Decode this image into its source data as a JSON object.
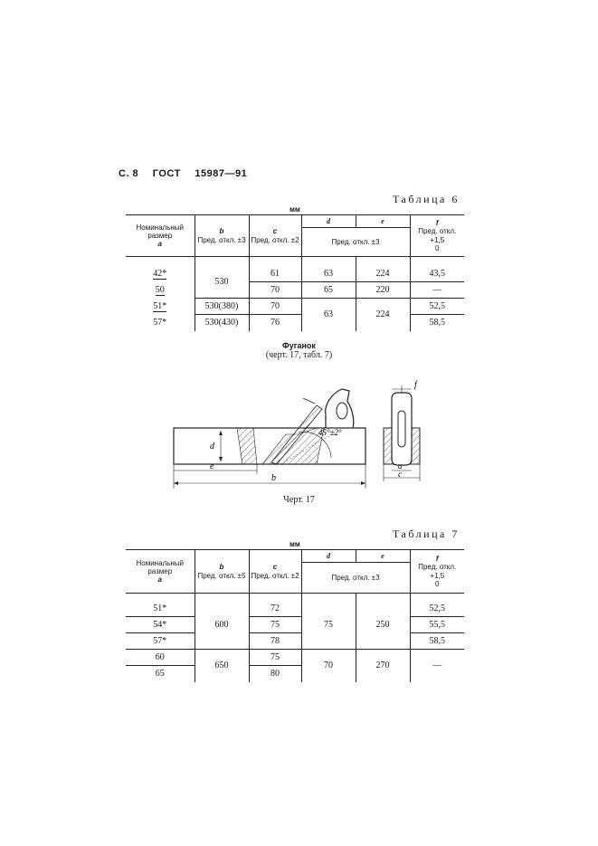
{
  "header": {
    "page": "С. 8",
    "std": "ГОСТ",
    "number": "15987—91"
  },
  "table6": {
    "caption": "Таблица 6",
    "unit": "мм",
    "headers": {
      "nominal": "Номинальный размер",
      "nominal_sym": "a",
      "b": "b",
      "b_tol": "Пред. откл. ±3",
      "c": "c",
      "c_tol": "Пред. откл. ±2",
      "d": "d",
      "e": "e",
      "de_tol": "Пред. откл. ±3",
      "f": "f",
      "f_tol": "Пред. откл.",
      "f_up": "+1,5",
      "f_low": "0"
    },
    "rows": [
      {
        "a": "42*",
        "b": "530",
        "c": "61",
        "d": "63",
        "e": "224",
        "f": "43,5"
      },
      {
        "a": "50",
        "b": "",
        "c": "70",
        "d": "65",
        "e": "220",
        "f": "—"
      },
      {
        "a": "51*",
        "b": "530(380)",
        "c": "70",
        "d": "63",
        "e": "224",
        "f": "52,5"
      },
      {
        "a": "57*",
        "b": "530(430)",
        "c": "76",
        "d": "",
        "e": "",
        "f": "58,5"
      }
    ]
  },
  "figure": {
    "title": "Фуганок",
    "ref": "(черт. 17, табл. 7)",
    "angle": "45°±2°",
    "labels": {
      "a": "a",
      "b": "b",
      "c": "c",
      "d": "d",
      "e": "e",
      "f": "f"
    },
    "caption": "Черт. 17"
  },
  "table7": {
    "caption": "Таблица 7",
    "unit": "мм",
    "headers": {
      "nominal": "Номинальный размер",
      "nominal_sym": "a",
      "b": "b",
      "b_tol": "Пред. откл. ±5",
      "c": "c",
      "c_tol": "Пред. откл. ±2",
      "d": "d",
      "e": "e",
      "de_tol": "Пред. откл. ±3",
      "f": "f",
      "f_tol": "Пред. откл.",
      "f_up": "+1,5",
      "f_low": "0"
    },
    "rows": [
      {
        "a": "51*",
        "c": "72",
        "f": "52,5"
      },
      {
        "a": "54*",
        "c": "75",
        "f": "55,5"
      },
      {
        "a": "57*",
        "c": "78",
        "f": "58,5"
      },
      {
        "a": "60",
        "c": "75",
        "f": ""
      },
      {
        "a": "65",
        "c": "80",
        "f": ""
      }
    ],
    "group1": {
      "b": "600",
      "d": "75",
      "e": "250"
    },
    "group2": {
      "b": "650",
      "d": "70",
      "e": "270",
      "f": "—"
    }
  }
}
